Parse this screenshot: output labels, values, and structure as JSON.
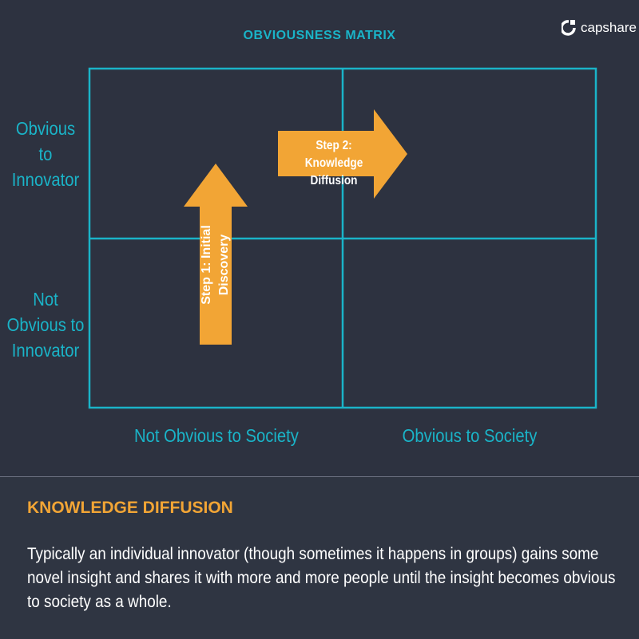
{
  "title": "OBVIOUSNESS MATRIX",
  "logo": {
    "text": "capshare",
    "icon": "capshare-logo-icon"
  },
  "rows": [
    "Obvious to Innovator",
    "Not Obvious to Innovator"
  ],
  "row_lines": [
    [
      "Obvious",
      "to",
      "Innovator"
    ],
    [
      "Not",
      "Obvious to",
      "Innovator"
    ]
  ],
  "columns": [
    "Not Obvious to Society",
    "Obvious to Society"
  ],
  "arrows": {
    "step1": {
      "line1": "Step 1:  Initial",
      "line2": "Discovery"
    },
    "step2": {
      "line1": "Step 2: Knowledge",
      "line2": "Diffusion"
    }
  },
  "colors": {
    "accent": "#1ab4c8",
    "arrow": "#f2a535",
    "background": "#2d3240"
  },
  "footer": {
    "heading": "KNOWLEDGE DIFFUSION",
    "body": "Typically an individual innovator (though sometimes it happens in groups) gains some novel insight and shares it with more and more people until the insight becomes obvious to society as a whole."
  }
}
